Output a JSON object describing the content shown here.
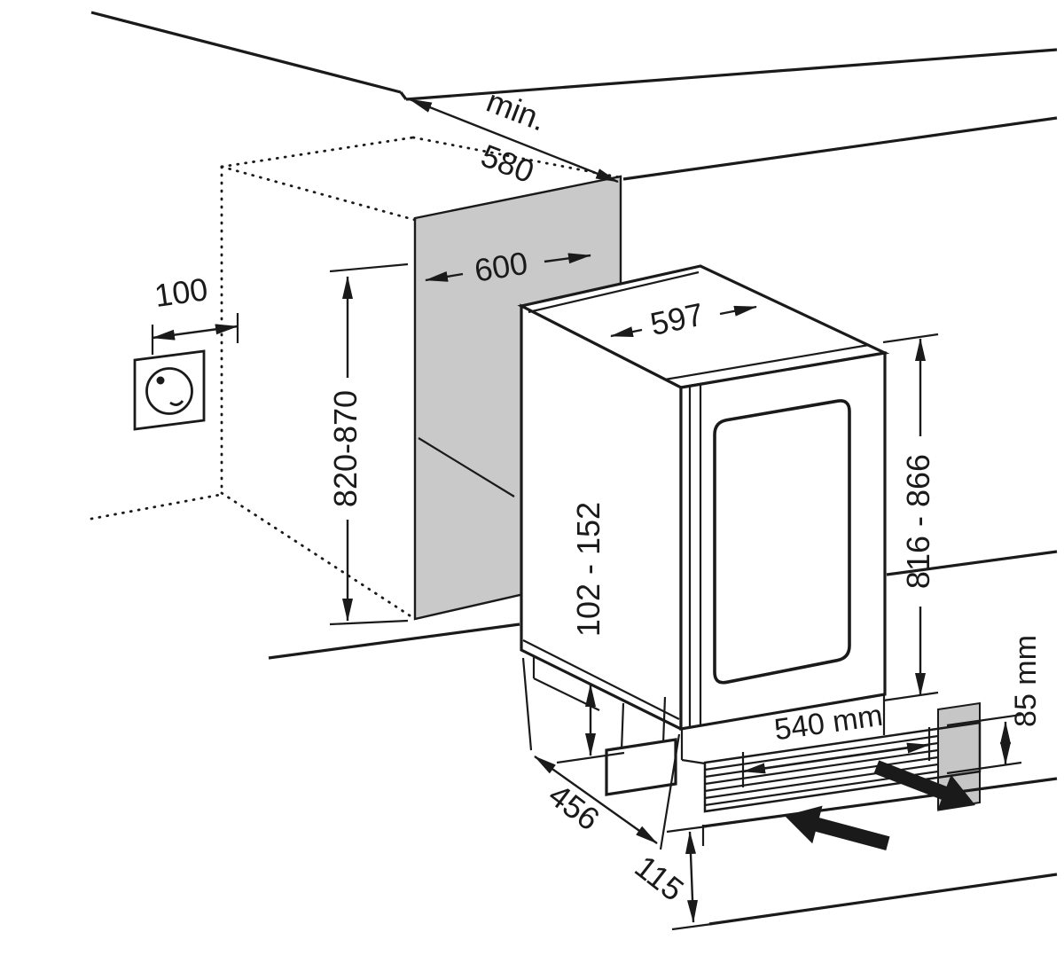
{
  "colors": {
    "line": "#1a1a1a",
    "panel": "#c9c9c9",
    "vent-panel": "#c6c6c6"
  },
  "diagram": {
    "name": "Built-under appliance niche installation drawing",
    "labels": {
      "niche_depth_min_prefix": "min.",
      "niche_depth_min_value": "580",
      "niche_width": "600",
      "socket_offset": "100",
      "niche_height_range": "820-870",
      "appliance_width": "597",
      "base_height_range": "102 - 152",
      "appliance_height_range": "816 - 866",
      "cabinet_depth": "456",
      "vent_cutout_width": "540 mm",
      "vent_cutout_height": "85 mm",
      "plinth_recess_depth": "115"
    }
  }
}
